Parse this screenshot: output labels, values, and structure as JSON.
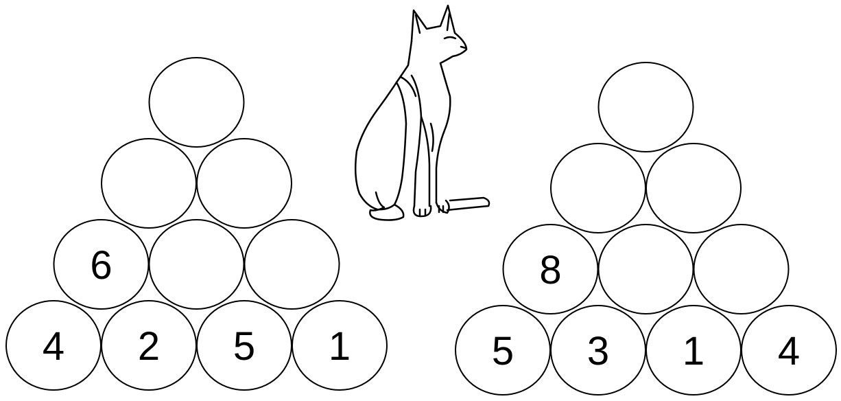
{
  "pyramids": [
    {
      "rows": [
        [
          "",
          "",
          "",
          ""
        ],
        [
          "6",
          "",
          ""
        ],
        [
          "",
          ""
        ],
        [
          ""
        ]
      ]
    },
    {
      "rows": [
        [
          "5",
          "3",
          "1",
          "4"
        ],
        [
          "8",
          "",
          ""
        ],
        [
          "",
          ""
        ],
        [
          ""
        ]
      ]
    }
  ],
  "left_bottom_row": [
    "4",
    "2",
    "5",
    "1"
  ],
  "colors": {
    "stroke": "#000000",
    "fill": "#ffffff",
    "text": "#000000"
  },
  "icons": {
    "cat": "sitting-cat-illustration"
  }
}
